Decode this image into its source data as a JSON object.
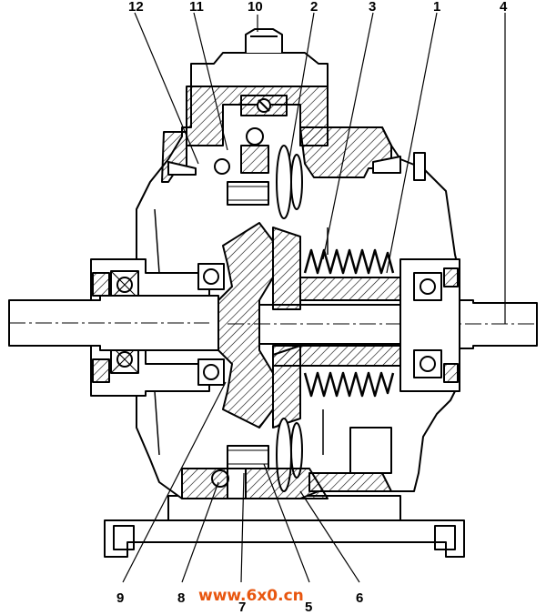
{
  "labels": {
    "l1": "1",
    "l2": "2",
    "l3": "3",
    "l4": "4",
    "l5": "5",
    "l6": "6",
    "l7": "7",
    "l8": "8",
    "l9": "9",
    "l10": "10",
    "l11": "11",
    "l12": "12"
  },
  "watermark": "www.6x0.cn",
  "colors": {
    "line": "#000000",
    "background": "#ffffff",
    "watermark": "#e8560f"
  }
}
